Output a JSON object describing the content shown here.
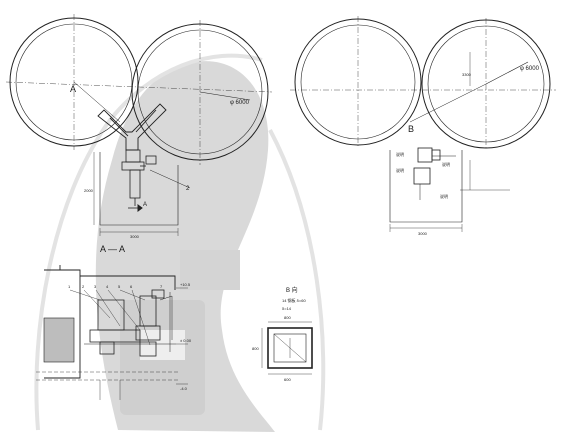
{
  "watermark": {
    "color": "#cfcfcf"
  },
  "left_plan": {
    "radius_label": "φ 6000",
    "corner_marker": "A",
    "section_marker": "A",
    "part_number": "2",
    "dim_width": "3000",
    "dim_side": "2000"
  },
  "right_plan": {
    "radius_label": "φ 6000",
    "dim_top": "3300",
    "detail_marker": "B",
    "dim_width": "3000",
    "callouts": [
      "说明",
      "说明",
      "说明",
      "说明"
    ]
  },
  "section_view": {
    "title": "A — A",
    "level_top": "+10.5",
    "level_mid": "± 0.00",
    "level_low": "-4.0",
    "part_numbers": [
      "1",
      "2",
      "3",
      "4",
      "5",
      "6",
      "7"
    ]
  },
  "detail_view": {
    "title": "B 向",
    "note_line1": "14 钢板 δ=60",
    "note_line2": "δ=14",
    "dim_width": "800",
    "dim_height": "800",
    "dim_bottom": "600"
  }
}
